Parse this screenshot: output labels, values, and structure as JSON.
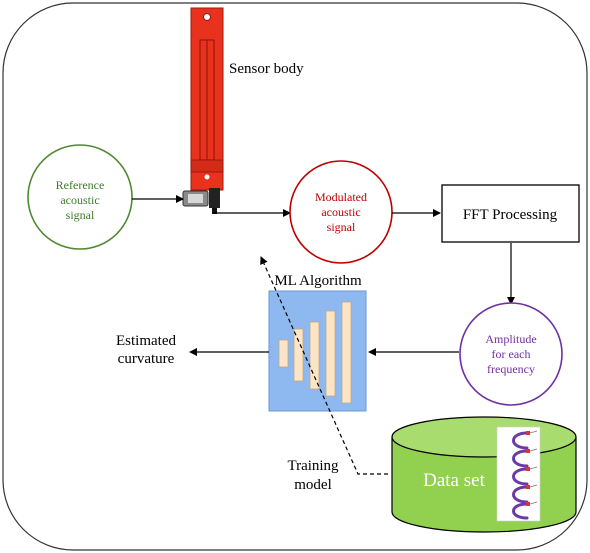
{
  "labels": {
    "sensor_body": "Sensor body",
    "reference_signal": [
      "Reference",
      "acoustic",
      "signal"
    ],
    "modulated_signal": [
      "Modulated",
      "acoustic",
      "signal"
    ],
    "fft_processing": "FFT Processing",
    "ml_algorithm": "ML Algorithm",
    "amplitude": [
      "Amplitude",
      "for each",
      "frequency"
    ],
    "estimated_curvature": [
      "Estimated",
      "curvature"
    ],
    "training_model": [
      "Training",
      "model"
    ],
    "data_set": "Data set"
  },
  "colors": {
    "reference_green": "#3f7a2a",
    "modulated_red": "#c00000",
    "amplitude_purple": "#7030a0",
    "sensor_red": "#e8321e",
    "ml_blue": "#8db8f0",
    "ml_bar": "#fbe5c8",
    "dataset_green": "#92d050"
  }
}
